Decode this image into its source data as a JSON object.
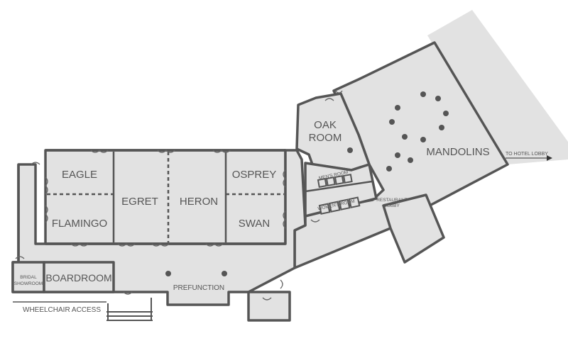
{
  "rooms": {
    "eagle": "EAGLE",
    "egret": "EGRET",
    "heron": "HERON",
    "osprey": "OSPREY",
    "flamingo": "FLAMINGO",
    "swan": "SWAN",
    "oak_room_line1": "OAK",
    "oak_room_line2": "ROOM",
    "mandolins": "MANDOLINS",
    "mens_room": "MEN'S ROOM",
    "womens_room": "WOMEN'S ROOM",
    "restaurant_lobby_line1": "RESTAURANT",
    "restaurant_lobby_line2": "LOBBY",
    "bridal_showroom_line1": "BRIDAL",
    "bridal_showroom_line2": "SHOWROOM",
    "boardroom": "BOARDROOM",
    "prefunction": "PREFUNCTION"
  },
  "labels": {
    "wheelchair_access": "WHEELCHAIR ACCESS",
    "to_hotel_lobby": "TO HOTEL LOBBY"
  },
  "colors": {
    "floor": "#e2e2e2",
    "wall": "#555555",
    "text": "#555555"
  }
}
